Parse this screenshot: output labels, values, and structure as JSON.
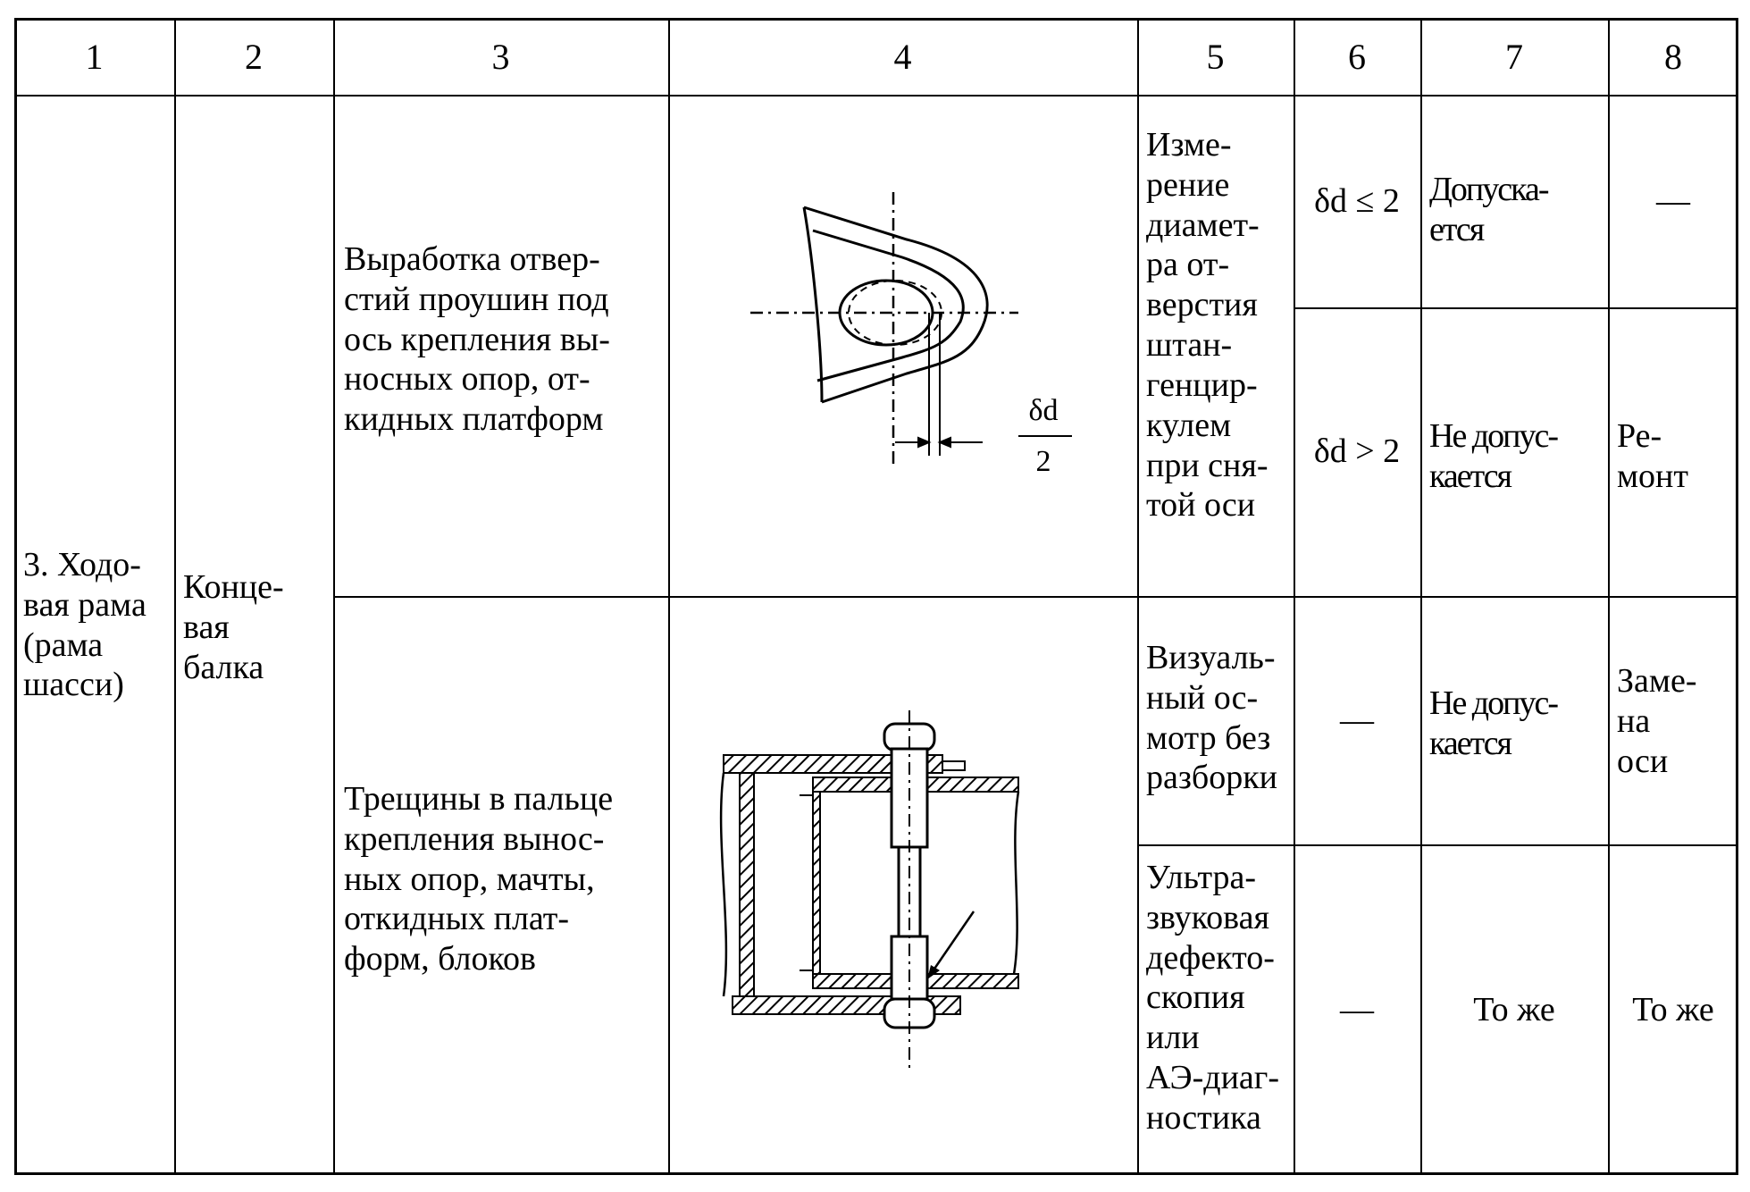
{
  "headers": [
    "1",
    "2",
    "3",
    "4",
    "5",
    "6",
    "7",
    "8"
  ],
  "col1": "3. Ходо-\nвая рама\n(рама\nшасси)",
  "col2": "Конце-\nвая\nбалка",
  "rows": [
    {
      "defect": "Выработка отвер-\nстий проушин под\nось крепления вы-\nносных опор, от-\nкидных платформ",
      "figure_label_num": "δd",
      "figure_label_den": "2",
      "method": "Изме-\nрение\nдиамет-\nра от-\nверстия\nштан-\nгенцир-\nкулем\nпри сня-\nтой оси",
      "subrows": [
        {
          "value": "δd ≤ 2",
          "verdict": "Допуска-\nется",
          "action": "—"
        },
        {
          "value": "δd > 2",
          "verdict": "Не допус-\nкается",
          "action": "Ре-\nмонт"
        }
      ]
    },
    {
      "defect": "Трещины в пальце\nкрепления вынос-\nных опор, мачты,\nоткидных плат-\nформ, блоков",
      "subrows": [
        {
          "method": "Визуаль-\nный ос-\nмотр без\nразборки",
          "value": "—",
          "verdict": "Не допус-\nкается",
          "action": "Заме-\nна\nоси"
        },
        {
          "method": "Ультра-\nзвуковая\nдефекто-\nскопия\nили\nАЭ-диаг-\nностика",
          "value": "—",
          "verdict": "То же",
          "action": "То же"
        }
      ]
    }
  ]
}
